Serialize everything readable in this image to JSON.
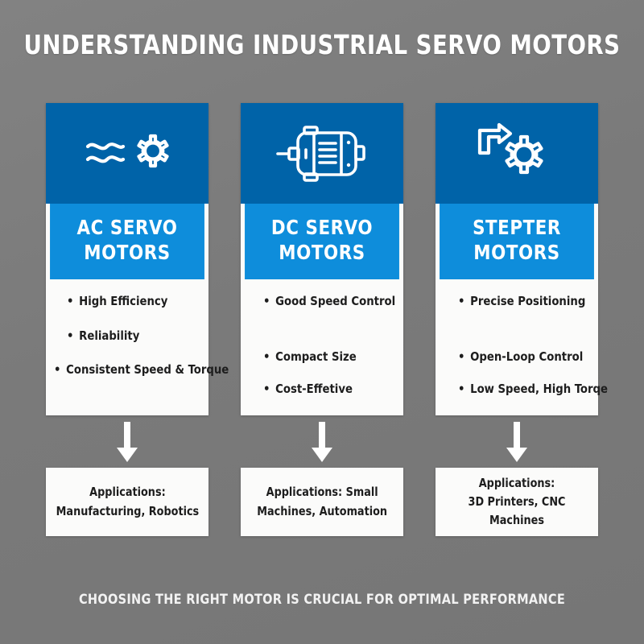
{
  "header": {
    "title": "Understanding Industrial Servo Motors"
  },
  "footer": {
    "tagline": "Choosing the right motor is crucial for optimal performance"
  },
  "theme": {
    "background": "#7b7b7b",
    "icon_panel": "#0063a8",
    "title_band": "#0e8ddb",
    "card_surface": "#fbfbfa",
    "text_dark": "#1d1d1d",
    "text_light": "#ffffff"
  },
  "columns": [
    {
      "id": "ac-servo",
      "icon": "ac-waveform-gear-icon",
      "title": "AC Servo\nMotors",
      "title_line1": "AC SERVO",
      "title_line2": "MOTORS",
      "bullets": [
        "High Efficiency",
        "Reliability",
        "Consistent Speed & Torque"
      ],
      "arrow": "down-arrow-icon",
      "application": "Applications:\nManufacturing, Robotics"
    },
    {
      "id": "dc-servo",
      "icon": "dc-motor-icon",
      "title": "DC Servo\nMotors",
      "title_line1": "DC SERVO",
      "title_line2": "MOTORS",
      "bullets": [
        "Good Speed Control",
        "Compact Size",
        "Cost-Effetive"
      ],
      "arrow": "down-arrow-icon",
      "application": "Applications: Small\nMachines, Automation"
    },
    {
      "id": "stepper",
      "icon": "step-arrow-gear-icon",
      "title": "Stepter\nMotors",
      "title_line1": "STEPTER",
      "title_line2": "MOTORS",
      "bullets": [
        "Precise Positioning",
        "Open-Loop Control",
        "Low Speed, High Torqe"
      ],
      "arrow": "down-arrow-icon",
      "application": "Applications:\n3D Printers, CNC Machines"
    }
  ]
}
